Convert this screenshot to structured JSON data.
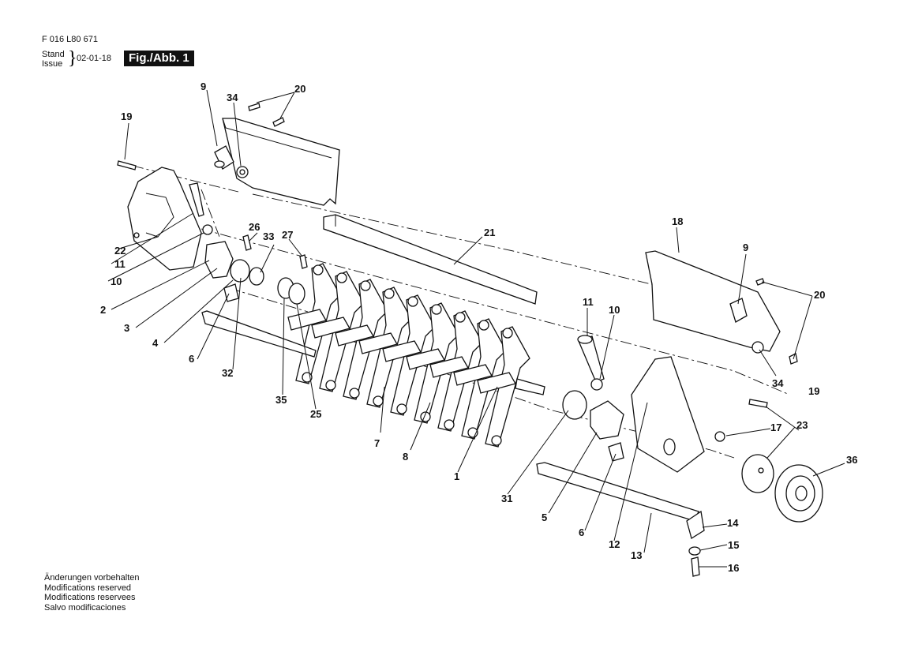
{
  "header": {
    "document_code": "F 016 L80 671",
    "stand": "Stand",
    "issue": "Issue",
    "brace": "}",
    "date": "02-01-18",
    "figure_label": "Fig./Abb. 1"
  },
  "footer_notes": [
    "Änderungen vorbehalten",
    "Modifications reserved",
    "Modifications reservees",
    "Salvo modificaciones"
  ],
  "part_labels": [
    "9",
    "34",
    "20",
    "19",
    "22",
    "11",
    "10",
    "2",
    "3",
    "4",
    "6",
    "32",
    "26",
    "33",
    "27",
    "35",
    "25",
    "7",
    "8",
    "1",
    "31",
    "5",
    "21",
    "18",
    "11",
    "10",
    "9",
    "20",
    "34",
    "19",
    "17",
    "23",
    "36",
    "12",
    "13",
    "14",
    "15",
    "16",
    "6"
  ]
}
